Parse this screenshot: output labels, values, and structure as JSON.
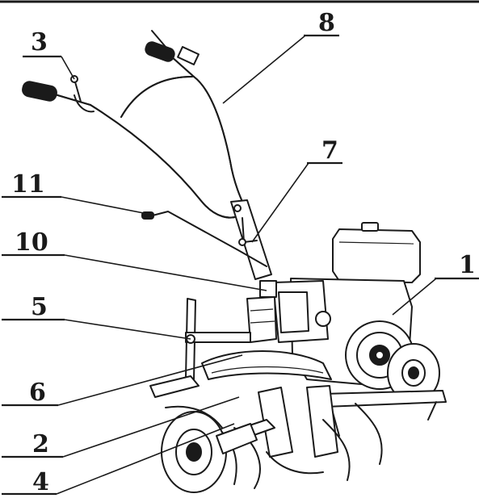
{
  "colors": {
    "ink": "#1a1a1a",
    "background": "#ffffff"
  },
  "callouts": [
    {
      "id": "c1",
      "label": "1"
    },
    {
      "id": "c2",
      "label": "2"
    },
    {
      "id": "c3",
      "label": "3"
    },
    {
      "id": "c4",
      "label": "4"
    },
    {
      "id": "c5",
      "label": "5"
    },
    {
      "id": "c6",
      "label": "6"
    },
    {
      "id": "c7",
      "label": "7"
    },
    {
      "id": "c8",
      "label": "8"
    },
    {
      "id": "c10",
      "label": "10"
    },
    {
      "id": "c11",
      "label": "11"
    }
  ]
}
